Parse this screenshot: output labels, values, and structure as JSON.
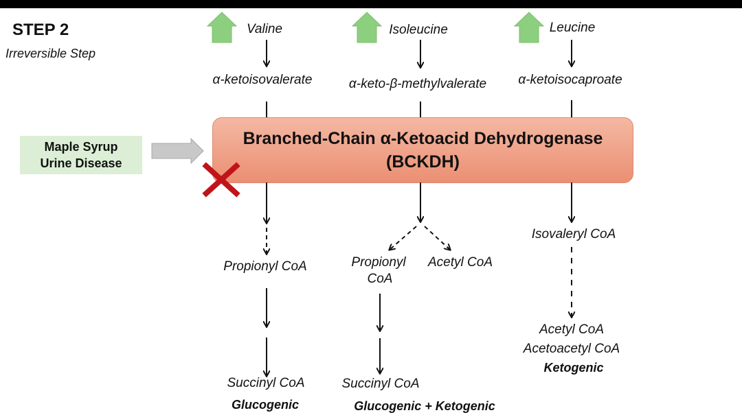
{
  "step": {
    "title": "STEP 2",
    "subtitle": "Irreversible Step"
  },
  "disease": {
    "line1": "Maple Syrup",
    "line2": "Urine Disease"
  },
  "enzyme": {
    "line1": "Branched-Chain α-Ketoacid Dehydrogenase",
    "line2": "(BCKDH)"
  },
  "pathways": [
    {
      "amino_acid": "Valine",
      "ketoacid": "α-ketoisovalerate",
      "products": [
        "Propionyl CoA"
      ],
      "final": "Succinyl CoA",
      "class": "Glucogenic"
    },
    {
      "amino_acid": "Isoleucine",
      "ketoacid": "α-keto-β-methylvalerate",
      "products": [
        "Propionyl",
        "CoA",
        "Acetyl CoA"
      ],
      "final": "Succinyl CoA",
      "class": "Glucogenic + Ketogenic"
    },
    {
      "amino_acid": "Leucine",
      "ketoacid": "α-ketoisocaproate",
      "products": [
        "Isovaleryl CoA"
      ],
      "final_lines": [
        "Acetyl CoA",
        "Acetoacetyl CoA"
      ],
      "class": "Ketogenic"
    }
  ],
  "colors": {
    "up_arrow": "#8ccf7e",
    "enzyme_box": "#f0a890",
    "block_x": "#c0141a",
    "disease_box": "#dcefd6"
  }
}
